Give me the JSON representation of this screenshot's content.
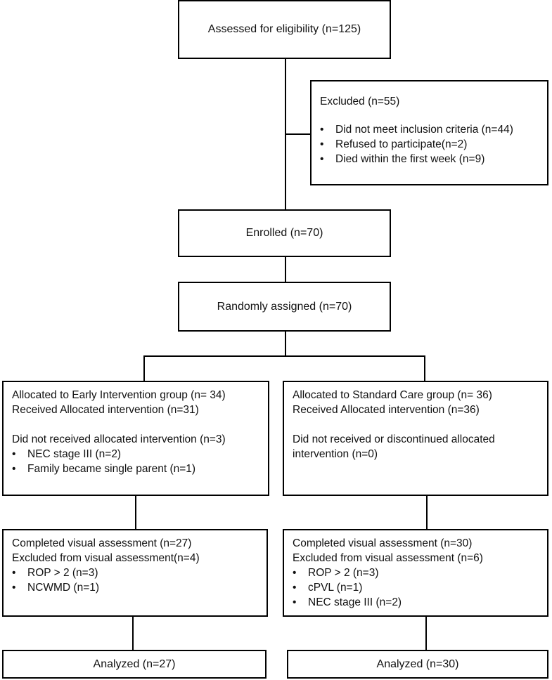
{
  "assessed": "Assessed for eligibility (n=125)",
  "excluded": {
    "title": "Excluded (n=55)",
    "items": [
      "Did not meet inclusion criteria (n=44)",
      "Refused to participate(n=2)",
      "Died within the first week (n=9)"
    ]
  },
  "enrolled": "Enrolled (n=70)",
  "randomized": "Randomly assigned (n=70)",
  "left_alloc": {
    "line1": "Allocated to Early Intervention group (n= 34)",
    "line2": "Received Allocated intervention (n=31)",
    "line3": "Did not received allocated intervention (n=3)",
    "items": [
      "NEC stage III (n=2)",
      "Family became single parent (n=1)"
    ]
  },
  "right_alloc": {
    "line1": "Allocated to Standard Care group (n= 36)",
    "line2": "Received Allocated intervention (n=36)",
    "line3": "Did not received or discontinued  allocated",
    "line4": "intervention (n=0)"
  },
  "left_visual": {
    "line1": "Completed visual assessment (n=27)",
    "line2": "Excluded from visual assessment(n=4)",
    "items": [
      "ROP > 2 (n=3)",
      "NCWMD (n=1)"
    ]
  },
  "right_visual": {
    "line1": "Completed visual assessment (n=30)",
    "line2": "Excluded from visual assessment (n=6)",
    "items": [
      "ROP > 2 (n=3)",
      "cPVL (n=1)",
      "NEC stage III (n=2)"
    ]
  },
  "left_analyzed": "Analyzed (n=27)",
  "right_analyzed": "Analyzed (n=30)"
}
